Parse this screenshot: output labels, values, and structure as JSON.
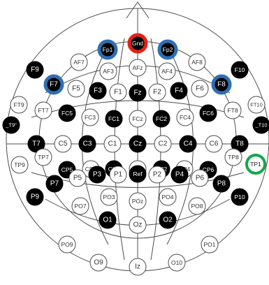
{
  "colors": {
    "line": "#4d4d4d",
    "white_fill": "#ffffff",
    "black_fill": "#000000",
    "ground": "#e2231a",
    "blue_ring": "#2e6fb5",
    "green_ring": "#14a84a"
  },
  "electrodes": [
    {
      "key": "gnd",
      "label": "Gnd",
      "style": "gnd"
    },
    {
      "key": "fp1",
      "label": "Fp1",
      "style": "blue"
    },
    {
      "key": "fp2",
      "label": "Fp2",
      "style": "blue"
    },
    {
      "key": "af7",
      "label": "AF7",
      "style": "white"
    },
    {
      "key": "af3",
      "label": "AF3",
      "style": "white"
    },
    {
      "key": "afz",
      "label": "AFz",
      "style": "white"
    },
    {
      "key": "af4",
      "label": "AF4",
      "style": "white"
    },
    {
      "key": "af8",
      "label": "AF8",
      "style": "white"
    },
    {
      "key": "f9",
      "label": "F9",
      "style": "black"
    },
    {
      "key": "f7",
      "label": "F7",
      "style": "blue"
    },
    {
      "key": "f5",
      "label": "F5",
      "style": "white"
    },
    {
      "key": "f3",
      "label": "F3",
      "style": "black"
    },
    {
      "key": "f1",
      "label": "F1",
      "style": "white"
    },
    {
      "key": "fz",
      "label": "Fz",
      "style": "black"
    },
    {
      "key": "f2",
      "label": "F2",
      "style": "white"
    },
    {
      "key": "f4",
      "label": "F4",
      "style": "black"
    },
    {
      "key": "f6",
      "label": "F6",
      "style": "white"
    },
    {
      "key": "f8",
      "label": "F8",
      "style": "blue"
    },
    {
      "key": "f10",
      "label": "F10",
      "style": "black"
    },
    {
      "key": "ft9",
      "label": "FT9",
      "style": "white"
    },
    {
      "key": "ft7",
      "label": "FT7",
      "style": "white"
    },
    {
      "key": "fc5",
      "label": "FC5",
      "style": "black"
    },
    {
      "key": "fc3",
      "label": "FC3",
      "style": "white"
    },
    {
      "key": "fc1",
      "label": "FC1",
      "style": "black"
    },
    {
      "key": "fcz",
      "label": "FCz",
      "style": "white"
    },
    {
      "key": "fc2",
      "label": "FC2",
      "style": "black"
    },
    {
      "key": "fc4",
      "label": "FC4",
      "style": "white"
    },
    {
      "key": "fc6",
      "label": "FC6",
      "style": "black"
    },
    {
      "key": "ft8",
      "label": "FT8",
      "style": "white"
    },
    {
      "key": "ft10",
      "label": "FT10",
      "style": "white"
    },
    {
      "key": "t9",
      "label": "_T9\"",
      "style": "black"
    },
    {
      "key": "t7",
      "label": "T7",
      "style": "black"
    },
    {
      "key": "c5",
      "label": "C5",
      "style": "white"
    },
    {
      "key": "c3",
      "label": "C3",
      "style": "black"
    },
    {
      "key": "c1",
      "label": "C1",
      "style": "white"
    },
    {
      "key": "cz",
      "label": "Cz",
      "style": "black"
    },
    {
      "key": "c2",
      "label": "C2",
      "style": "white"
    },
    {
      "key": "c4",
      "label": "C4",
      "style": "black"
    },
    {
      "key": "c6",
      "label": "C6",
      "style": "white"
    },
    {
      "key": "t8",
      "label": "T8",
      "style": "black"
    },
    {
      "key": "t10",
      "label": "_T10",
      "style": "black"
    },
    {
      "key": "tp9",
      "label": "TP9",
      "style": "white"
    },
    {
      "key": "tp7",
      "label": "TP7",
      "style": "white"
    },
    {
      "key": "cp5",
      "label": "CP5",
      "style": "black"
    },
    {
      "key": "cp3",
      "label": "CP3",
      "style": "white"
    },
    {
      "key": "cp1",
      "label": "CP1",
      "style": "black"
    },
    {
      "key": "cpz",
      "label": "CPz",
      "style": "white"
    },
    {
      "key": "cp2",
      "label": "CP2",
      "style": "black"
    },
    {
      "key": "cp4",
      "label": "CP4",
      "style": "white"
    },
    {
      "key": "cp6",
      "label": "CP6",
      "style": "black"
    },
    {
      "key": "tp8",
      "label": "TP8",
      "style": "white"
    },
    {
      "key": "tp1",
      "label": "TP1",
      "style": "green"
    },
    {
      "key": "p7",
      "label": "P7",
      "style": "black"
    },
    {
      "key": "p5",
      "label": "P5",
      "style": "white"
    },
    {
      "key": "p3",
      "label": "P3",
      "style": "black"
    },
    {
      "key": "p1",
      "label": "P1",
      "style": "white"
    },
    {
      "key": "ref",
      "label": "Ref",
      "style": "black"
    },
    {
      "key": "p2",
      "label": "P2",
      "style": "white"
    },
    {
      "key": "p4",
      "label": "P4",
      "style": "black"
    },
    {
      "key": "p6",
      "label": "P6",
      "style": "white"
    },
    {
      "key": "p8",
      "label": "P8",
      "style": "black"
    },
    {
      "key": "p9",
      "label": "P9",
      "style": "black"
    },
    {
      "key": "po3",
      "label": "PO3",
      "style": "white"
    },
    {
      "key": "poz",
      "label": "POz",
      "style": "white"
    },
    {
      "key": "po4",
      "label": "PO4",
      "style": "white"
    },
    {
      "key": "p10",
      "label": "P10",
      "style": "black"
    },
    {
      "key": "po7",
      "label": "PO7",
      "style": "white"
    },
    {
      "key": "po8",
      "label": "PO8",
      "style": "white"
    },
    {
      "key": "o1",
      "label": "O1",
      "style": "black"
    },
    {
      "key": "oz",
      "label": "Oz",
      "style": "white"
    },
    {
      "key": "o2",
      "label": "O2",
      "style": "black"
    },
    {
      "key": "po9",
      "label": "PO9",
      "style": "white"
    },
    {
      "key": "po10",
      "label": "PO1",
      "style": "white"
    },
    {
      "key": "o9",
      "label": "O9",
      "style": "white"
    },
    {
      "key": "iz",
      "label": "Iz",
      "style": "white"
    },
    {
      "key": "o10",
      "label": "O10",
      "style": "white"
    }
  ]
}
